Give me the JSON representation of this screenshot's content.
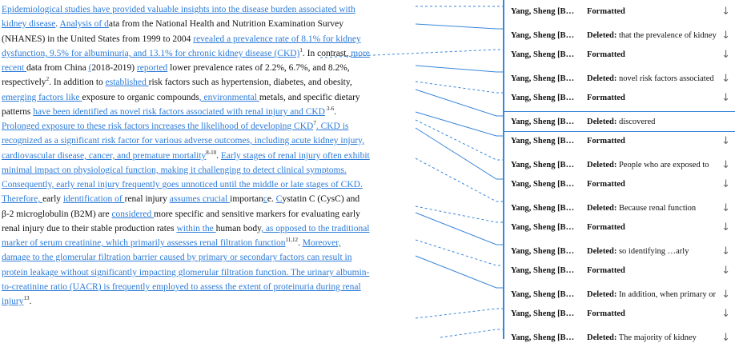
{
  "document": {
    "lines": [
      [
        {
          "t": "Epidemiological studies have provided valuable insights into the disease burden associated with",
          "c": "ins"
        }
      ],
      [
        {
          "t": "kidney disease",
          "c": "ins"
        },
        {
          "t": ". "
        },
        {
          "t": "Analysis of d",
          "c": "ins"
        },
        {
          "t": "ata from the National Health and Nutrition Examination Survey"
        }
      ],
      [
        {
          "t": "(NHANES) in the United States from 1999 to 2004 "
        },
        {
          "t": "revealed a prevalence rate of 8.1% for kidney",
          "c": "ins"
        }
      ],
      [
        {
          "t": "dysfunction, 9.5% for albuminuria, and 13.1% for chronic kidney disease (CKD)",
          "c": "ins"
        },
        {
          "t": "1",
          "c": "sup"
        },
        {
          "t": ". In contrast, "
        },
        {
          "t": "more",
          "c": "ins"
        }
      ],
      [
        {
          "t": "recent ",
          "c": "ins"
        },
        {
          "t": "data from China "
        },
        {
          "t": "(",
          "c": "ins"
        },
        {
          "t": "2018-2019) "
        },
        {
          "t": "reported",
          "c": "ins"
        },
        {
          "t": " lower prevalence rates of 2.2%, 6.7%, and 8.2%,"
        }
      ],
      [
        {
          "t": "respectively"
        },
        {
          "t": "2",
          "c": "sup"
        },
        {
          "t": ". In addition to "
        },
        {
          "t": "established ",
          "c": "ins"
        },
        {
          "t": "risk factors such as hypertension, diabetes, and obesity,"
        }
      ],
      [
        {
          "t": "emerging factors like ",
          "c": "ins"
        },
        {
          "t": "exposure to organic compounds"
        },
        {
          "t": ", environmental ",
          "c": "ins"
        },
        {
          "t": "metals, and specific dietary"
        }
      ],
      [
        {
          "t": "patterns "
        },
        {
          "t": "have been identified as novel risk factors associated with renal injury and CKD",
          "c": "ins"
        },
        {
          "t": " 3-6",
          "c": "sup"
        },
        {
          "t": "."
        }
      ],
      [
        {
          "t": "Prolonged exposure to these risk factors increases the likelihood of developing CKD",
          "c": "ins"
        },
        {
          "t": "7",
          "c": "sup"
        },
        {
          "t": ". CKD is",
          "c": "ins"
        }
      ],
      [
        {
          "t": "recognized as a significant risk factor for various adverse outcomes, including acute kidney injury,",
          "c": "ins"
        }
      ],
      [
        {
          "t": "cardiovascular disease, cancer, and premature mortality",
          "c": "ins"
        },
        {
          "t": "8-10",
          "c": "sup"
        },
        {
          "t": ". "
        },
        {
          "t": "Early stages of renal injury often exhibit",
          "c": "ins"
        }
      ],
      [
        {
          "t": "minimal impact on physiological function, making it challenging to detect clinical symptoms.",
          "c": "ins"
        }
      ],
      [
        {
          "t": "Consequently, early renal injury frequently goes unnoticed until the middle or late stages of CKD.",
          "c": "ins"
        }
      ],
      [
        {
          "t": "Therefore, ",
          "c": "ins"
        },
        {
          "t": "early "
        },
        {
          "t": "identification of ",
          "c": "ins"
        },
        {
          "t": "renal injury "
        },
        {
          "t": "assumes crucial ",
          "c": "ins"
        },
        {
          "t": "importan"
        },
        {
          "t": "c",
          "c": "ins"
        },
        {
          "t": "e. "
        },
        {
          "t": "C",
          "c": "ins"
        },
        {
          "t": "ystatin C (CysC) and"
        }
      ],
      [
        {
          "t": "β-2 microglobulin (B2M) are "
        },
        {
          "t": "considered ",
          "c": "ins"
        },
        {
          "t": "more specific and sensitive markers for evaluating early"
        }
      ],
      [
        {
          "t": "renal injury due to their stable production rates "
        },
        {
          "t": "within the ",
          "c": "ins"
        },
        {
          "t": "human body"
        },
        {
          "t": ", as opposed to the traditional",
          "c": "ins"
        }
      ],
      [
        {
          "t": "marker of serum creatinine, which primarily assesses renal filtration function",
          "c": "ins"
        },
        {
          "t": "11,12",
          "c": "sup"
        },
        {
          "t": ".  "
        },
        {
          "t": "Moreover,",
          "c": "ins"
        }
      ],
      [
        {
          "t": "damage to the glomerular filtration barrier caused by primary or secondary factors can result in",
          "c": "ins"
        }
      ],
      [
        {
          "t": "protein leakage without significantly impacting glomerular filtration function. The urinary albumin-",
          "c": "ins"
        }
      ],
      [
        {
          "t": "to-creatinine ratio (UACR) is frequently employed to assess the extent of proteinuria during renal",
          "c": "ins"
        }
      ],
      [
        {
          "t": "injury",
          "c": "ins"
        },
        {
          "t": "13",
          "c": "sup"
        },
        {
          "t": "."
        }
      ]
    ]
  },
  "revisions": [
    {
      "author": "Yang, Sheng [B…",
      "label": "Formatted",
      "detail": "",
      "highlight": false
    },
    {
      "author": "Yang, Sheng [B…",
      "label": "Deleted:",
      "detail": " that the prevalence of kidney",
      "highlight": false
    },
    {
      "author": "Yang, Sheng [B…",
      "label": "Formatted",
      "detail": "",
      "highlight": false
    },
    {
      "author": "Yang, Sheng [B…",
      "label": "Deleted:",
      "detail": " novel risk factors associated",
      "highlight": false
    },
    {
      "author": "Yang, Sheng [B…",
      "label": "Formatted",
      "detail": "",
      "highlight": false
    },
    {
      "author": "Yang, Sheng [B…",
      "label": "Deleted:",
      "detail": " discovered",
      "highlight": true
    },
    {
      "author": "Yang, Sheng [B…",
      "label": "Formatted",
      "detail": "",
      "highlight": false
    },
    {
      "author": "Yang, Sheng [B…",
      "label": "Deleted:",
      "detail": " People who are exposed to",
      "highlight": false
    },
    {
      "author": "Yang, Sheng [B…",
      "label": "Formatted",
      "detail": "",
      "highlight": false
    },
    {
      "author": "Yang, Sheng [B…",
      "label": "Deleted:",
      "detail": " Because renal function",
      "highlight": false
    },
    {
      "author": "Yang, Sheng [B…",
      "label": "Formatted",
      "detail": "",
      "highlight": false
    },
    {
      "author": "Yang, Sheng [B…",
      "label": "Deleted:",
      "detail": " so identifying …arly",
      "highlight": false
    },
    {
      "author": "Yang, Sheng [B…",
      "label": "Formatted",
      "detail": "",
      "highlight": false
    },
    {
      "author": "Yang, Sheng [B…",
      "label": "Deleted:",
      "detail": " In addition, when primary or",
      "highlight": false
    },
    {
      "author": "Yang, Sheng [B…",
      "label": "Formatted",
      "detail": "",
      "highlight": false
    },
    {
      "author": "Yang, Sheng [B…",
      "label": "Deleted:",
      "detail": " The majority of kidney",
      "highlight": false
    }
  ],
  "icons": {
    "expand": "chevron-down-arrow-icon"
  },
  "colors": {
    "insertion": "#2d7bd8",
    "connector": "#3a86d9"
  }
}
